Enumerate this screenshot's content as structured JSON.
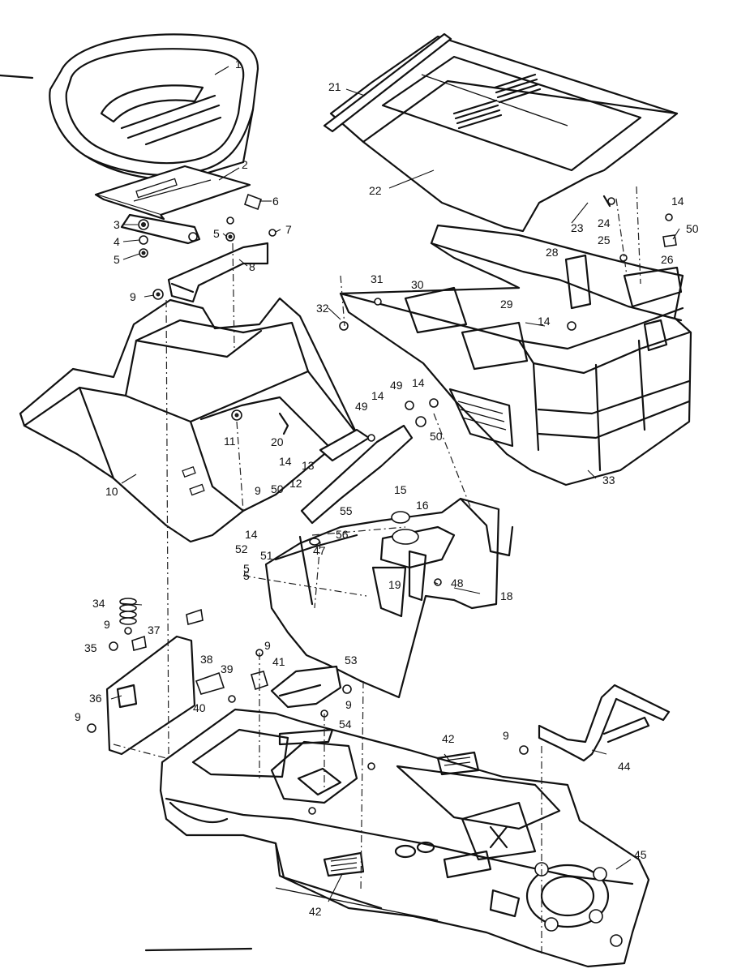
{
  "diagram": {
    "callouts": [
      {
        "label": "1"
      },
      {
        "label": "2"
      },
      {
        "label": "3"
      },
      {
        "label": "4"
      },
      {
        "label": "5"
      },
      {
        "label": "5"
      },
      {
        "label": "6"
      },
      {
        "label": "7"
      },
      {
        "label": "5"
      },
      {
        "label": "8"
      },
      {
        "label": "9"
      },
      {
        "label": "10"
      },
      {
        "label": "11"
      },
      {
        "label": "20"
      },
      {
        "label": "14"
      },
      {
        "label": "13"
      },
      {
        "label": "12"
      },
      {
        "label": "9"
      },
      {
        "label": "50"
      },
      {
        "label": "14"
      },
      {
        "label": "52"
      },
      {
        "label": "51"
      },
      {
        "label": "47"
      },
      {
        "label": "55"
      },
      {
        "label": "56"
      },
      {
        "label": "15"
      },
      {
        "label": "16"
      },
      {
        "label": "19"
      },
      {
        "label": "48"
      },
      {
        "label": "18"
      },
      {
        "label": "5"
      },
      {
        "label": "49"
      },
      {
        "label": "49"
      },
      {
        "label": "14"
      },
      {
        "label": "14"
      },
      {
        "label": "50"
      },
      {
        "label": "21"
      },
      {
        "label": "22"
      },
      {
        "label": "23"
      },
      {
        "label": "24"
      },
      {
        "label": "25"
      },
      {
        "label": "14"
      },
      {
        "label": "50"
      },
      {
        "label": "26"
      },
      {
        "label": "28"
      },
      {
        "label": "31"
      },
      {
        "label": "30"
      },
      {
        "label": "32"
      },
      {
        "label": "29"
      },
      {
        "label": "14"
      },
      {
        "label": "33"
      },
      {
        "label": "34"
      },
      {
        "label": "9"
      },
      {
        "label": "37"
      },
      {
        "label": "35"
      },
      {
        "label": "36"
      },
      {
        "label": "38"
      },
      {
        "label": "39"
      },
      {
        "label": "40"
      },
      {
        "label": "9"
      },
      {
        "label": "9"
      },
      {
        "label": "41"
      },
      {
        "label": "53"
      },
      {
        "label": "9"
      },
      {
        "label": "54"
      },
      {
        "label": "42"
      },
      {
        "label": "9"
      },
      {
        "label": "44"
      },
      {
        "label": "45"
      },
      {
        "label": "42"
      }
    ]
  }
}
